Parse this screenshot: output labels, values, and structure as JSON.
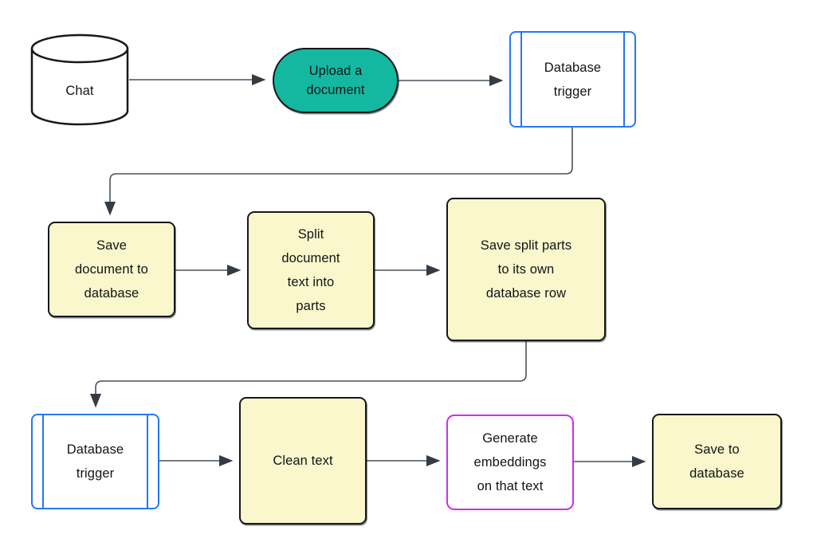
{
  "diagram": {
    "type": "flowchart",
    "background": "#ffffff",
    "nodes": {
      "chat": {
        "label": "Chat",
        "shape": "cylinder",
        "fill": "#ffffff",
        "border": "#15181c"
      },
      "upload": {
        "label": "Upload a\ndocument",
        "shape": "pill",
        "fill": "#14b8a0",
        "border": "#15181c"
      },
      "trigger1": {
        "label": "Database\ntrigger",
        "shape": "predefined-process",
        "fill": "#ffffff",
        "border": "#2479f2"
      },
      "save_doc": {
        "label": "Save\ndocument to\ndatabase",
        "shape": "rounded-rect",
        "fill": "#f9f7cb",
        "border": "#15181c"
      },
      "split_doc": {
        "label": "Split\ndocument\ntext into\nparts",
        "shape": "rounded-rect",
        "fill": "#f9f7cb",
        "border": "#15181c"
      },
      "save_split": {
        "label": "Save split parts\nto its own\ndatabase row",
        "shape": "rounded-rect",
        "fill": "#f9f7cb",
        "border": "#15181c"
      },
      "trigger2": {
        "label": "Database\ntrigger",
        "shape": "predefined-process",
        "fill": "#ffffff",
        "border": "#2479f2"
      },
      "clean": {
        "label": "Clean text",
        "shape": "rounded-rect",
        "fill": "#f9f7cb",
        "border": "#15181c"
      },
      "embed": {
        "label": "Generate\nembeddings\non that text",
        "shape": "rounded-rect",
        "fill": "#ffffff",
        "border": "#cb2ff0"
      },
      "save_db": {
        "label": "Save to\ndatabase",
        "shape": "rounded-rect",
        "fill": "#f9f7cb",
        "border": "#15181c"
      }
    },
    "edges": [
      {
        "from": "chat",
        "to": "upload"
      },
      {
        "from": "upload",
        "to": "trigger1"
      },
      {
        "from": "trigger1",
        "to": "save_doc"
      },
      {
        "from": "save_doc",
        "to": "split_doc"
      },
      {
        "from": "split_doc",
        "to": "save_split"
      },
      {
        "from": "save_split",
        "to": "trigger2"
      },
      {
        "from": "trigger2",
        "to": "clean"
      },
      {
        "from": "clean",
        "to": "embed"
      },
      {
        "from": "embed",
        "to": "save_db"
      }
    ],
    "colors": {
      "teal_fill": "#14b8a0",
      "yellow_fill": "#f9f7cb",
      "blue_border": "#2479f2",
      "magenta_border": "#cb2ff0",
      "black_border": "#15181c",
      "connector": "#4a515a",
      "arrowhead": "#343b45",
      "text": "#111418"
    }
  }
}
